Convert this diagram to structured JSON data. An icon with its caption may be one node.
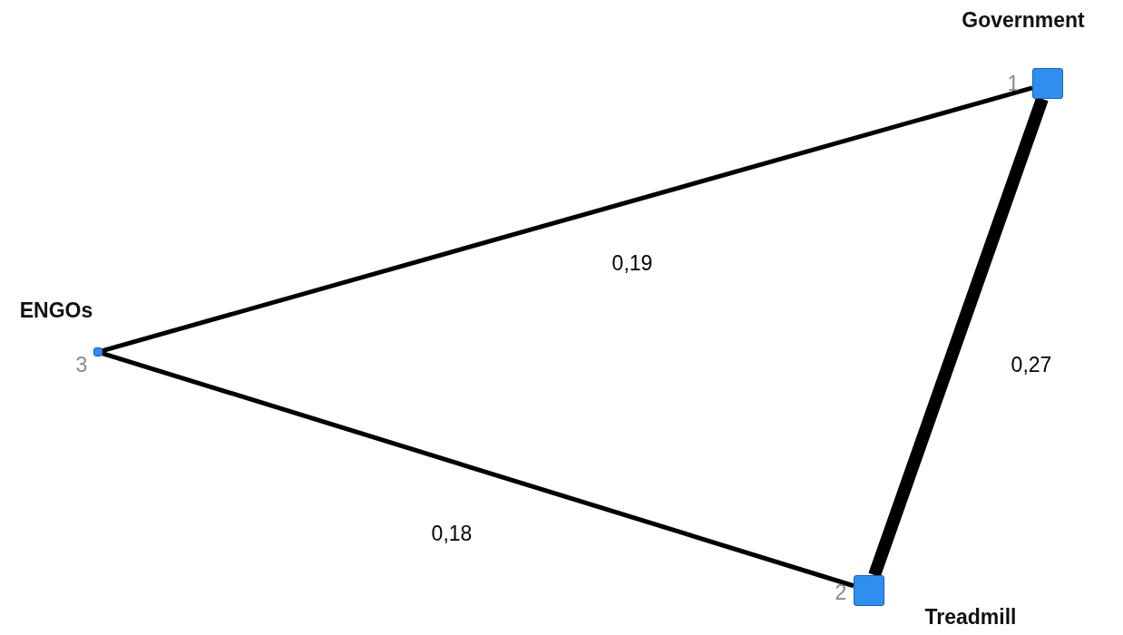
{
  "diagram": {
    "nodes": [
      {
        "text": [
          "Government"
        ],
        "beside": [
          "1"
        ]
      },
      {
        "text": [
          "ENGOs"
        ],
        "beside": [
          "3"
        ]
      },
      {
        "text": [
          "Treadmill"
        ],
        "beside": [
          "2"
        ]
      }
    ],
    "edges": [
      {
        "from": 0,
        "to": 2,
        "arrow": "none",
        "label": "0,27",
        "style": "thick"
      },
      {
        "from": 0,
        "to": 1,
        "arrow": "none",
        "label": "0,19"
      },
      {
        "from": 1,
        "to": 2,
        "arrow": "none",
        "label": "0,18"
      }
    ]
  }
}
